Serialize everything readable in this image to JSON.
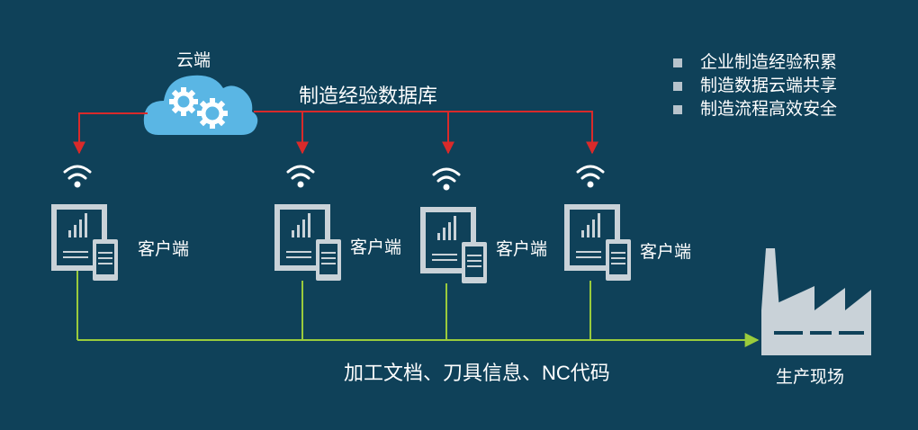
{
  "cloud": {
    "label": "云端",
    "icon": "cloud-gears-icon"
  },
  "database_label": "制造经验数据库",
  "clients": [
    {
      "label": "客户端"
    },
    {
      "label": "客户端"
    },
    {
      "label": "客户端"
    },
    {
      "label": "客户端"
    }
  ],
  "bottom_label": "加工文档、刀具信息、NC代码",
  "factory_label": "生产现场",
  "bullets": [
    "企业制造经验积累",
    "制造数据云端共享",
    "制造流程高效安全"
  ],
  "colors": {
    "background": "#0f4159",
    "cloud": "#5ab6e4",
    "red_lines": "#d92a2a",
    "green_lines": "#9acb3c",
    "device": "#c9d2d8"
  }
}
